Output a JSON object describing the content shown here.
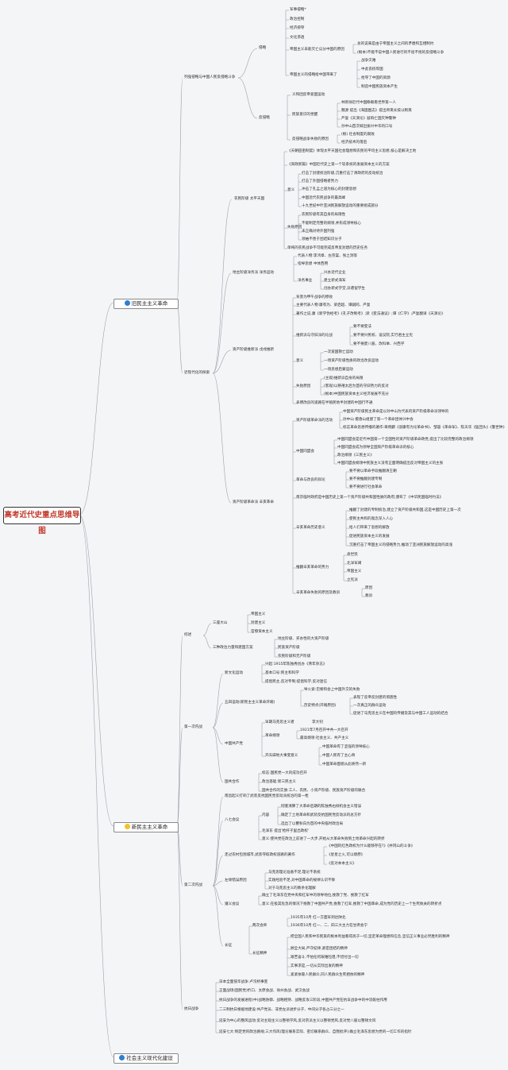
{
  "root": {
    "label": "高考近代史重点思维导图"
  },
  "main_topics": [
    {
      "label": "旧民主主义革命",
      "icon": "blue-circle-icon",
      "color": "#2f7fd1"
    },
    {
      "label": "新民主主义革命",
      "icon": "yellow-circle-icon",
      "color": "#f2c12e"
    },
    {
      "label": "社会主义现代化建设",
      "icon": "blue-circle-icon",
      "color": "#2f7fd1"
    }
  ],
  "sec1": {
    "a": {
      "label": "列强侵略与中国人民反侵略斗争",
      "invasion": {
        "label": "侵略",
        "items": [
          "军事侵略*",
          "政治控制",
          "经济掠夺",
          "文化渗透"
        ],
        "b1": {
          "label": "帝国主义未能灭亡瓜分中国的原因",
          "items": [
            "总的说来是由于帝国主义之间的矛盾和互相制约",
            "(根本)不能不说中国人民进行的不屈不挠的反侵略斗争"
          ]
        },
        "b2": {
          "label": "帝国主义的侵略给中国带来了",
          "items": [
            "战争灾难",
            "中此丧权辱国",
            "抢夺了中国的资源",
            "制造中国民族资本产生"
          ]
        }
      },
      "resist": {
        "label": "反侵略",
        "r1": "义和团反帝爱国运动",
        "c2": {
          "label": "民族意识的觉醒",
          "items": [
            "林则徐近代中国睁眼看世界第一人",
            "魏源 提出《海国图志》提出师夷长技以制夷",
            "严复《天演论》敲响亡国灭种警钟",
            "孙中山首次喊出振兴中华的口号"
          ]
        },
        "c3": {
          "label": "反侵略战争失败的原因",
          "items": [
            "(根) 社会制度的腐败",
            "经济技术的落后"
          ]
        }
      }
    },
    "b": {
      "label": "近现代化的探索",
      "tp": {
        "label": "农民阶级 太平天国",
        "items": [
          "《天朝田亩制度》体现太平天国社会理想和农民的平均主义思想,核心是解决土地",
          "《资政新篇》中国近代史上第一个较系统的发展资本主义的方案"
        ],
        "s1": {
          "label": "意义",
          "items": [
            "打击了封建统治阶级,沉重打击了清政府的反动统治",
            "打击了外国侵略者势力",
            "冲击了孔孟之道为核心的封建思想",
            "中国近代农民战争的最高峰",
            "十九世纪中叶亚洲民族解放运动的重要组成部分"
          ]
        },
        "s2": {
          "label": "失败原因",
          "items": [
            "农民阶级有其自身的局限性",
            "不能制定完整的纲领,并形成领导核心",
            "未正确对待外国列强",
            "领袖不善于团结知识分子"
          ]
        },
        "s3": "单纯的农民战争不可能完成反帝反封建的历史任务"
      },
      "yw": {
        "label": "地主阶级洋务派 洋务运动",
        "items": [
          "指导思想 中体西用",
          "代表人物:李鸿章、左宗棠、张之洞等"
        ],
        "sub": {
          "label": "洋务事业",
          "items": [
            "兴办近代企业",
            "建立新式海军",
            "创办新式学堂,派遣留学生"
          ]
        }
      },
      "wx": {
        "label": "资产阶级维新派 戊戌维新",
        "items": [
          "背景为甲午战争的惨败",
          "主要代表人物:康有为、梁启超、谭嗣同、严复",
          "著作之说,康《新学伪经考》《孔子改制考》;梁《变法通议》;谭《仁学》;严复翻译《天演论》"
        ],
        "debate": {
          "label": "维新派与守旧派的论战",
          "items": [
            "要不要变法",
            "要不要兴民权、设议院,实行君主立宪",
            "要不要废八股、改科举、兴西学"
          ]
        },
        "s1": {
          "label": "意义",
          "items": [
            "一次爱国救亡运动",
            "一场资产阶级性质的政治改良运动",
            "一场思想启蒙运动"
          ]
        },
        "s2": {
          "label": "失败原因",
          "items": [
            "(主观)维新派自身的局限",
            "(客观)以慈禧太后为首的守旧势力的反对",
            "(根本)中国民族资本主义经济发展不充分"
          ]
        },
        "s3": "表明改良的道路在半殖民地半封建的中国行不通"
      },
      "xh": {
        "label": "资产阶级革命派 辛亥革命",
        "m1": {
          "label": "资产阶级革命派的活动",
          "items": [
            "中国资产阶级民主革命是以孙中山为代表的资产阶级革命派领导的",
            "孙中山 檀香山组建了第一个革命团体兴中会",
            "标志革命思想传播的著作:章炳麟《驳康有为论革命书》、邹容《革命军》、陈天华《猛回头》《警世钟》"
          ]
        },
        "m2": {
          "label": "中国同盟会",
          "items": [
            "中国同盟会是近代中国第一个全国性的资产阶级革命政党,提出了比较完整的政治纲领",
            "中国同盟会成为领导全国资产阶级革命派的核心",
            "政治纲领《三民主义》",
            "中国同盟会纲领中民族主义没有正面明确提出反对帝国主义的主张"
          ]
        },
        "m3": {
          "label": "革命与改良的辩论",
          "items": [
            "要不要以革命手段推翻清王朝",
            "要不要推翻封建专制",
            "要不要进行社会革命"
          ]
        },
        "m4": "南京临时政府是中国历史上第一个资产阶级共和国性质的政府,颁布了《中华民国临时约法》",
        "m5": {
          "label": "辛亥革命历史意义",
          "items": [
            "推翻了封建的专制统治,建立了资产阶级共和国,这是中国历史上第一次",
            "使民主共和的观念深入人心",
            "给人们带来了思想的解放",
            "促进民族资本主义的发展",
            "沉重打击了帝国主义的侵略势力,推动了亚洲民族解放运动的高涨"
          ]
        },
        "m6": {
          "label": "推翻辛亥革命的势力",
          "items": [
            "袁世凯",
            "北洋军阀",
            "帝国主义",
            "立宪派"
          ]
        },
        "m7": {
          "label": "辛亥革命失败的原因及教训",
          "items": [
            "原因",
            "教训"
          ]
        }
      }
    }
  },
  "sec2": {
    "overview": {
      "label": "综述",
      "m1": {
        "label": "三座大山",
        "items": [
          "帝国主义",
          "封建主义",
          "官僚资本主义"
        ]
      },
      "m2": {
        "label": "三种政治力量和建国方案",
        "items": [
          "地主阶级、买办性的大资产阶级",
          "民族资产阶级",
          "农民阶级和无产阶级"
        ]
      }
    },
    "p1": {
      "label": "第一次内战",
      "nc": {
        "label": "新文化运动",
        "items": [
          "兴起:1915年陈独秀创办《青年杂志》",
          "基本口号:民主和科学",
          "提倡民主,反对专制;提倡科学,反对迷信"
        ]
      },
      "ws": {
        "label": "五四运动(新民主主义革命开端)",
        "items": [
          "导火索:巴黎和会上中国外交的失败"
        ],
        "hist": {
          "label": "历史特点(开端原因)",
          "items": [
            "表现了反帝反封建的彻底性",
            "一次真正的群众运动",
            "促进了马克思主义在中国的传播及其与中国工人运动的结合"
          ]
        }
      },
      "cp": {
        "label": "中国共产党",
        "items": [
          "早期马克思主义者",
          "李大钊"
        ],
        "h": {
          "label": "革命纲领",
          "items": [
            "1921年7月召开中共一大召开",
            "最高纲领:社会主义、共产主义"
          ]
        },
        "g": {
          "label": "开天辟地大事变意义",
          "items": [
            "中国革命有了坚强的领导核心",
            "中国人民有了主心骨",
            "中国革命面貌从此焕然一新"
          ]
        }
      },
      "gc": {
        "label": "国共合作",
        "items": [
          "标志:国民党一大的成功召开",
          "政治基础:新三民主义",
          "国共合作的实质:工人、农民、小资产阶级、民族资产阶级的联合"
        ]
      }
    },
    "p2": {
      "label": "第二次内战",
      "intro": "南昌起义打响了武装反抗国民党反动派统治的第一枪",
      "q": {
        "label": "八七会议",
        "content": {
          "label": "内容",
          "items": [
            "彻底清算了大革命后期的陈独秀右倾机会主义错误",
            "确定了土地革命和武装反抗国民党反动派的总方针",
            "选出了以瞿秋白为首的中央临时政治局"
          ]
        },
        "items": [
          "毛泽东 提出'枪杆子里出政权'",
          "意义:使共党在政治上前进了一大步,开始从大革命失败到土地革命兴起的转折"
        ]
      },
      "mao": {
        "label": "走过农村包围城市,武装夺取政权道路的著作",
        "items": [
          "《中国的红色政权为什么能够存在?》《井冈山的斗争》",
          "《星星之火,可以燎原》",
          "《反对本本主义》"
        ]
      },
      "left": {
        "label": "左倾错误原因",
        "items": [
          "马克思理论准备不足,理论不系统",
          "实践经验不足,对中国革命的规律认识不够",
          "对于马克思主义的教条化理解"
        ]
      },
      "zy": {
        "label": "遵义会议",
        "items": [
          "确立了毛泽东在党中央和红军中的领导地位,挽救了党、挽救了红军",
          "意义:在极其危急的情况下挽救了中国共产党,挽救了红军,挽救了中国革命,成为党的历史上一个生死攸关的转折点"
        ]
      },
      "cz": {
        "label": "长征",
        "hs": {
          "label": "两次会师",
          "items": [
            "1935年10月 红一方面军到达陕北",
            "1936年10月 红一、二、四三大主力在甘肃会宁"
          ]
        },
        "sp": {
          "label": "长征精神",
          "items": [
            "把全国人民和中华民族的根本利益看得高于一切,坚定革命理想和信念,坚信正义事业必然胜利的精神",
            "顾全大局,严守纪律,紧密团结的精神",
            "艰苦奋斗,不怕任何艰难险阻,不惜付出一切",
            "实事求是,一切从实际出发的精神",
            "紧紧依靠人民群众,同人民群众生死相依的精神"
          ]
        }
      }
    },
    "war": {
      "label": "抗日战争",
      "items": [
        "日本全面侵华战争:卢沟桥事变",
        "正面战场(国民党)忻口、太原会战、徐州会战、武汉会战",
        "抗日战争的发展进程(中)战略防御、战略相持、战略反攻三阶段,中国共产党在抗日战争中的中流砥柱作用",
        "二三制抗日根据地建设:共产党员、非党左派进步分子、中间分子各占三分之一",
        "延安为中心的整风运动:反对主观主义以整顿学风,反对宗派主义以整顿党风,反对党八股以整顿文风",
        "延安七大:制定党的政治路线;三大作风(理论联系实际、密切联系群众、自我批评);确立毛泽东思想为党的一切工作的指针"
      ]
    }
  }
}
